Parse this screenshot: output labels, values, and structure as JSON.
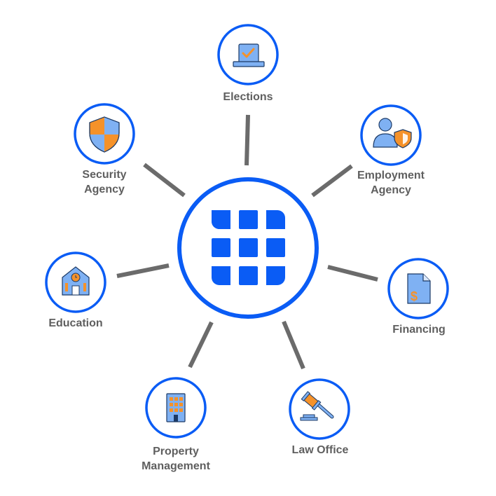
{
  "diagram": {
    "hub": {
      "icon": "app-grid-icon"
    },
    "nodes": [
      {
        "id": "elections",
        "label": "Elections",
        "icon": "ballot-box-icon"
      },
      {
        "id": "employment-agency",
        "label": "Employment\nAgency",
        "icon": "user-shield-icon"
      },
      {
        "id": "financing",
        "label": "Financing",
        "icon": "dollar-document-icon"
      },
      {
        "id": "law-office",
        "label": "Law Office",
        "icon": "gavel-icon"
      },
      {
        "id": "property-management",
        "label": "Property\nManagement",
        "icon": "office-building-icon"
      },
      {
        "id": "education",
        "label": "Education",
        "icon": "school-building-icon"
      },
      {
        "id": "security-agency",
        "label": "Security\nAgency",
        "icon": "security-shield-icon"
      }
    ]
  },
  "colors": {
    "primary_blue": "#0a5cf5",
    "light_blue": "#7fb1f3",
    "accent_orange": "#f5922a",
    "connector_gray": "#6b6b6b",
    "label_gray": "#5f5f5f"
  }
}
